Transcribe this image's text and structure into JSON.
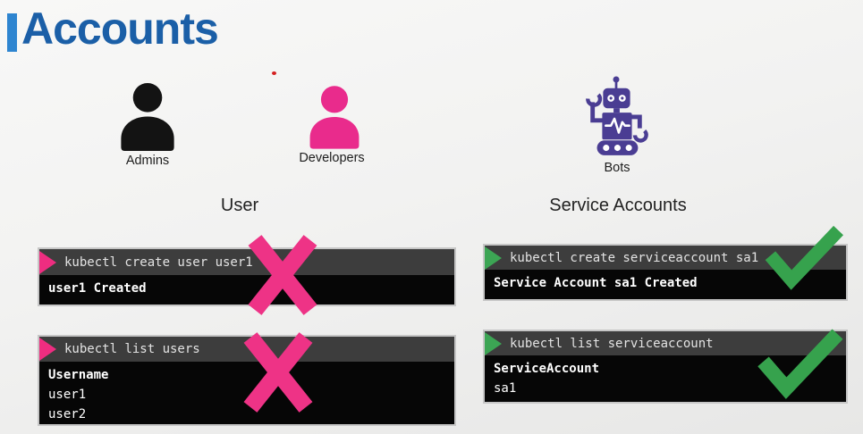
{
  "slide": {
    "title": "Accounts",
    "section_user": "User",
    "section_service_accounts": "Service Accounts"
  },
  "groups": [
    {
      "label": "Admins",
      "icon": "person-icon",
      "color": "#131313"
    },
    {
      "label": "Developers",
      "icon": "person-icon",
      "color": "#e92b8c"
    },
    {
      "label": "Bots",
      "icon": "robot-icon",
      "color": "#4a3d93"
    }
  ],
  "terminals": [
    {
      "command": "kubectl create user user1",
      "output_lines": [
        "user1 Created"
      ],
      "mark": "x-mark"
    },
    {
      "command": "kubectl list users",
      "output_lines": [
        "Username",
        "user1",
        "user2"
      ],
      "mark": "x-mark"
    },
    {
      "command": "kubectl create serviceaccount sa1",
      "output_lines": [
        "Service Account sa1 Created"
      ],
      "mark": "check-mark"
    },
    {
      "command": "kubectl list serviceaccount",
      "output_lines": [
        "ServiceAccount",
        "sa1"
      ],
      "mark": "check-mark"
    }
  ],
  "colors": {
    "title_text": "#1b5fa7",
    "title_accent_bar": "#2e85d0",
    "terminal_header": "#3d3d3d",
    "terminal_body": "#060606",
    "prompt_arrow_fail": "#ee2d80",
    "prompt_arrow_pass": "#3ca554",
    "fail_mark": "#ee3386",
    "success_mark": "#36a24d",
    "admins_icon": "#131313",
    "developers_icon": "#e92b8c",
    "bots_icon": "#4a3d93"
  }
}
